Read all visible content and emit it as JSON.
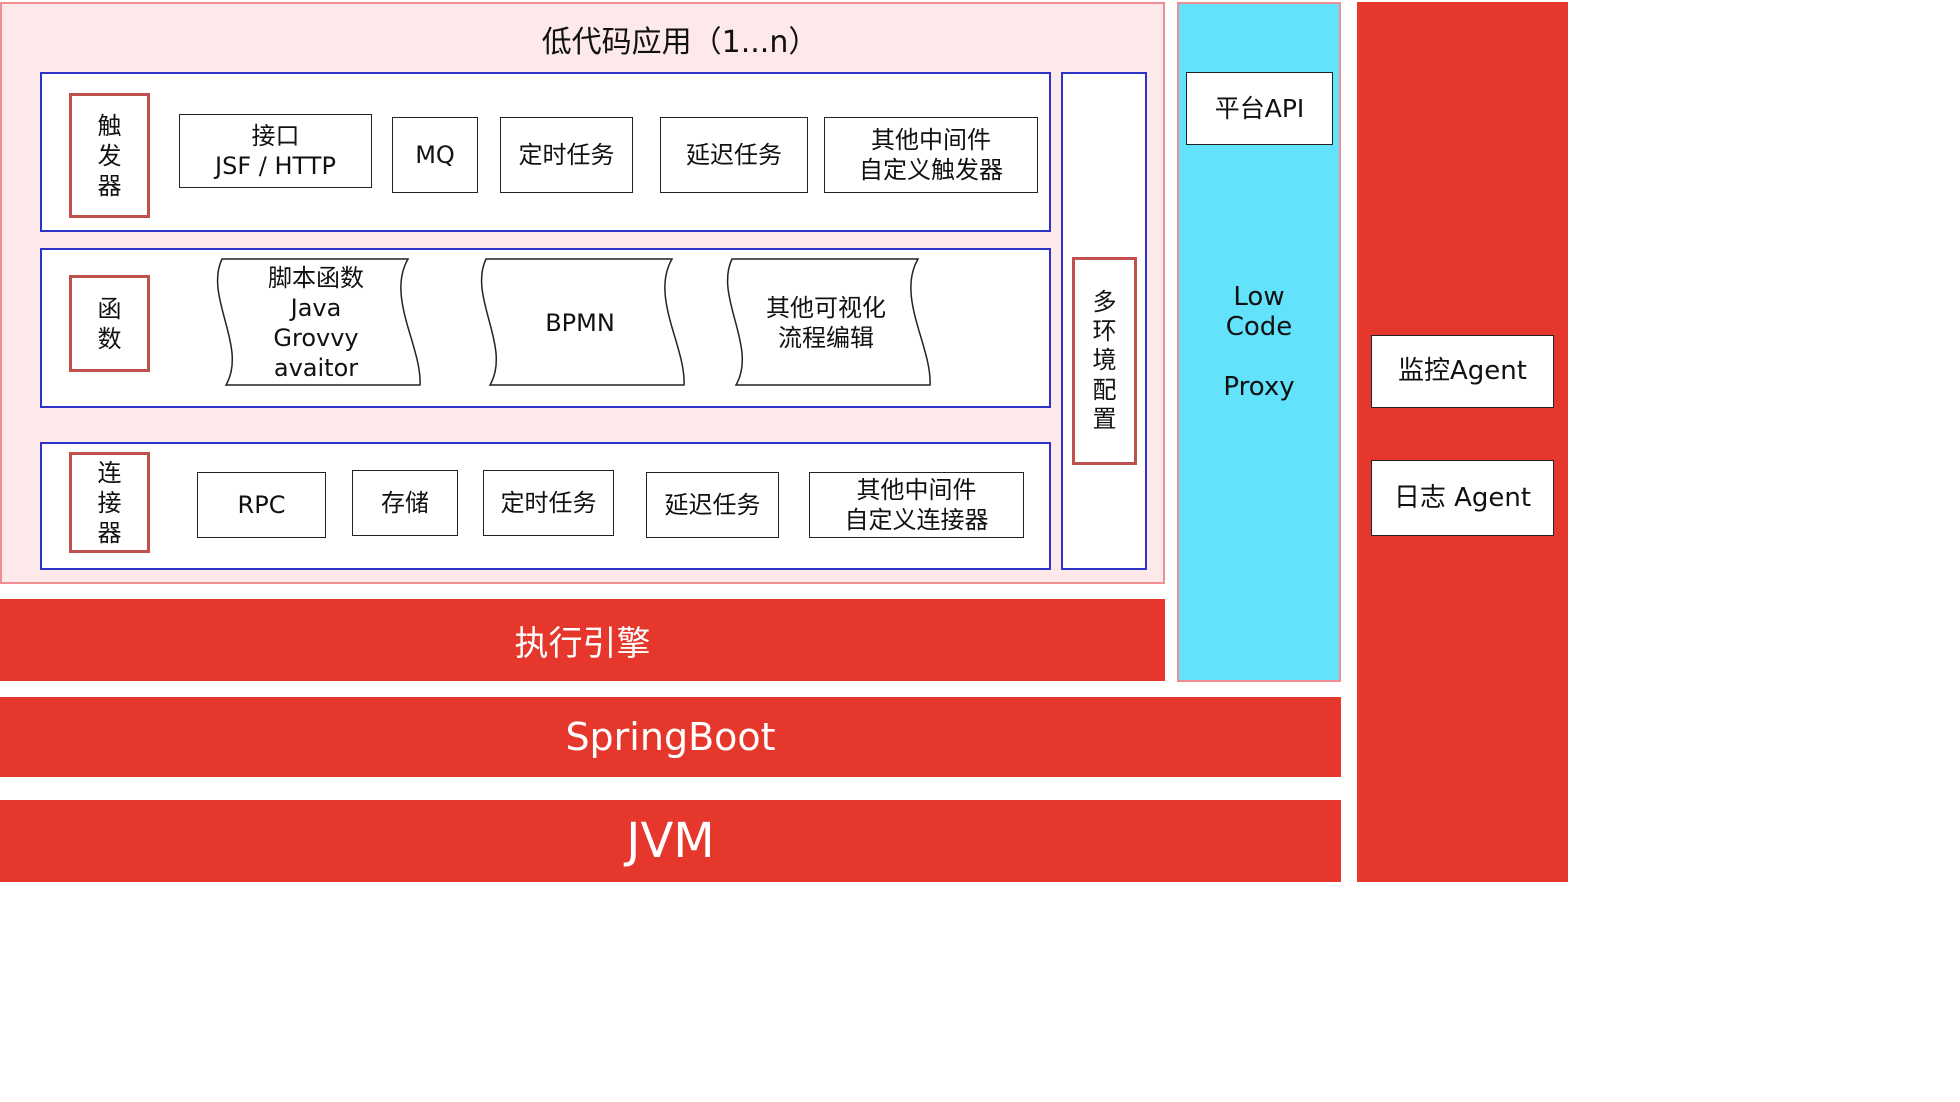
{
  "lowcode_app": {
    "title": "低代码应用（1...n）",
    "trigger": {
      "label": [
        "触",
        "发",
        "器"
      ],
      "items": [
        "接口\nJSF /  HTTP",
        "MQ",
        "定时任务",
        "延迟任务",
        "其他中间件\n自定义触发器"
      ]
    },
    "function": {
      "label": [
        "函",
        "数"
      ],
      "items": [
        "脚本函数\nJava\nGrovvy\navaitor",
        "BPMN",
        "其他可视化\n流程编辑"
      ]
    },
    "connector": {
      "label": [
        "连",
        "接",
        "器"
      ],
      "items": [
        "RPC",
        "存储",
        "定时任务",
        "延迟任务",
        "其他中间件\n自定义连接器"
      ]
    },
    "multi_env": [
      "多",
      "环",
      "境",
      "配",
      "置"
    ]
  },
  "proxy": {
    "api": "平台API",
    "label": "Low\nCode\n\nProxy"
  },
  "agents": {
    "monitor": "监控Agent",
    "log": "日志 Agent"
  },
  "layers": {
    "engine": "执行引擎",
    "springboot": "SpringBoot",
    "jvm": "JVM"
  },
  "colors": {
    "red": "#e5372c",
    "pink_bg": "#fde9ea",
    "cyan": "#63e2fb",
    "lane_border": "#2b33c9",
    "label_border": "#c0504d"
  }
}
